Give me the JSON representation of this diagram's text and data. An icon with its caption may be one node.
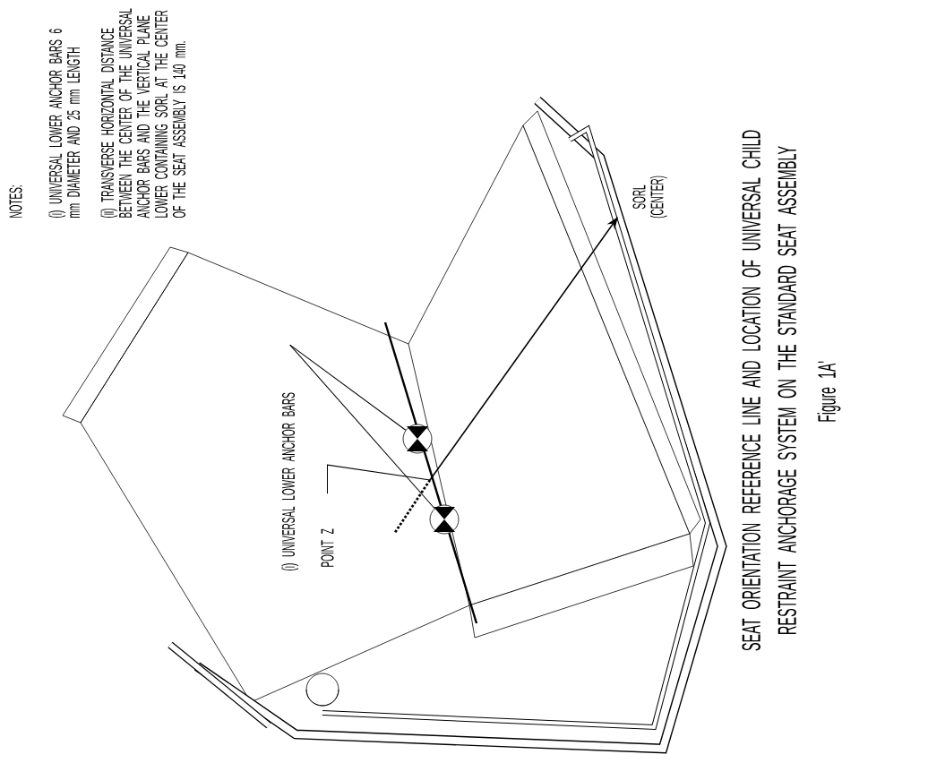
{
  "diagram": {
    "caption": "SEAT ORIENTATION REFERENCE LINE AND LOCATION OF UNIVERSAL CHILD RESTRAINT ANCHORAGE SYSTEM ON THE STANDARD SEAT ASSEMBLY",
    "nodes": [
      {
        "text": [
          "(i) UNIVERSAL LOWER ANCHOR BARS"
        ]
      },
      {
        "text": [],
        "shape": "circle"
      },
      {
        "text": [],
        "shape": "circle"
      },
      {
        "text": [
          "POINT Z"
        ]
      }
    ],
    "edges": [
      {
        "from": 0,
        "to": 1,
        "arrow": "none"
      },
      {
        "from": 0,
        "to": 2,
        "arrow": "none"
      },
      {
        "from": 3,
        "to": null,
        "arrow": "none"
      }
    ],
    "labels": [
      "NOTES:",
      "(i) UNIVERSAL LOWER ANCHOR BARS 6 mm DIAMETER AND 25 mm LENGTH",
      "(ii) TRANSVERSE HORIZONTAL DISTANCE BETWEEN THE CENTER OF THE UNIVERSAL ANCHOR BARS AND THE VERTICAL PLANE LOWER CONTAINING SORL AT THE CENTER OF THE SEAT ASSEMBLY IS 140 mm.",
      "SORL (CENTER)",
      "Figure 1A'"
    ]
  }
}
